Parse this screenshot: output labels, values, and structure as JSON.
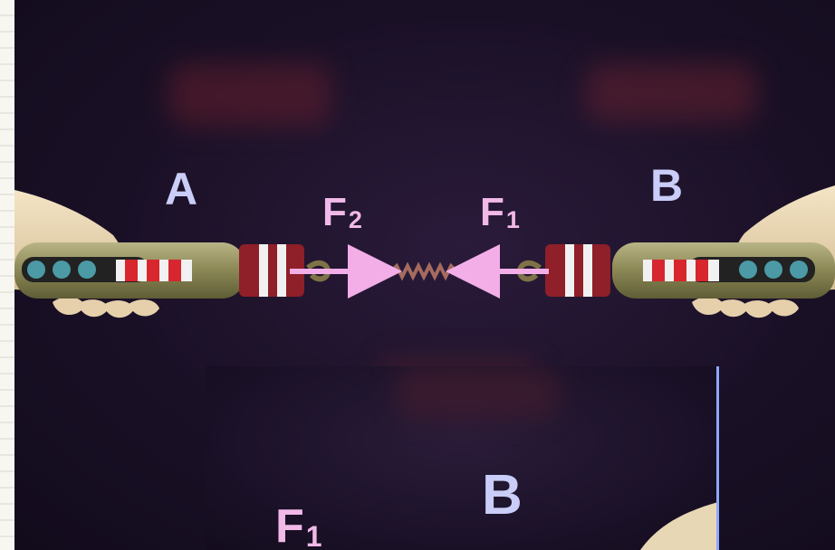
{
  "labels": {
    "a": "A",
    "b": "B",
    "f2": "F",
    "f2_sub": "2",
    "f1": "F",
    "f1_sub": "1"
  },
  "inset": {
    "b": "B",
    "f1": "F",
    "f1_sub": "1"
  },
  "colors": {
    "background": "#1b1128",
    "label_blue": "#c9cdf7",
    "force_pink": "#f1b9e8",
    "arrow_pink": "#f3aee8",
    "rod_olive": "#8f8b59",
    "stripe_red": "#d7262d",
    "stripe_white": "#f1f1f1",
    "spring_copper": "#a56b5f"
  }
}
